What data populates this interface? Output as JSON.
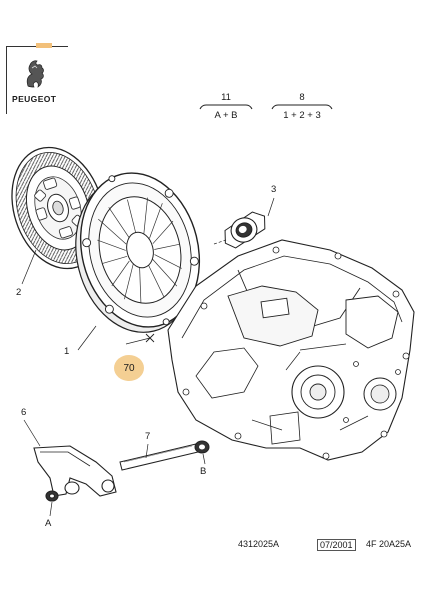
{
  "brand": {
    "name": "PEUGEOT",
    "logo": "peugeot-lion-logo",
    "accent_color": "#f2c07a"
  },
  "legend": [
    {
      "number": "11",
      "formula": "A + B"
    },
    {
      "number": "8",
      "formula": "1 + 2 + 3"
    }
  ],
  "callouts": {
    "p1": "1",
    "p2": "2",
    "p3": "3",
    "p6": "6",
    "p7": "7",
    "pA": "A",
    "pB": "B",
    "p70": "70"
  },
  "highlight_color": "#f4cf93",
  "footer": {
    "ref": "4312025A",
    "date": "07/2001",
    "model": "4F 20A25A"
  }
}
